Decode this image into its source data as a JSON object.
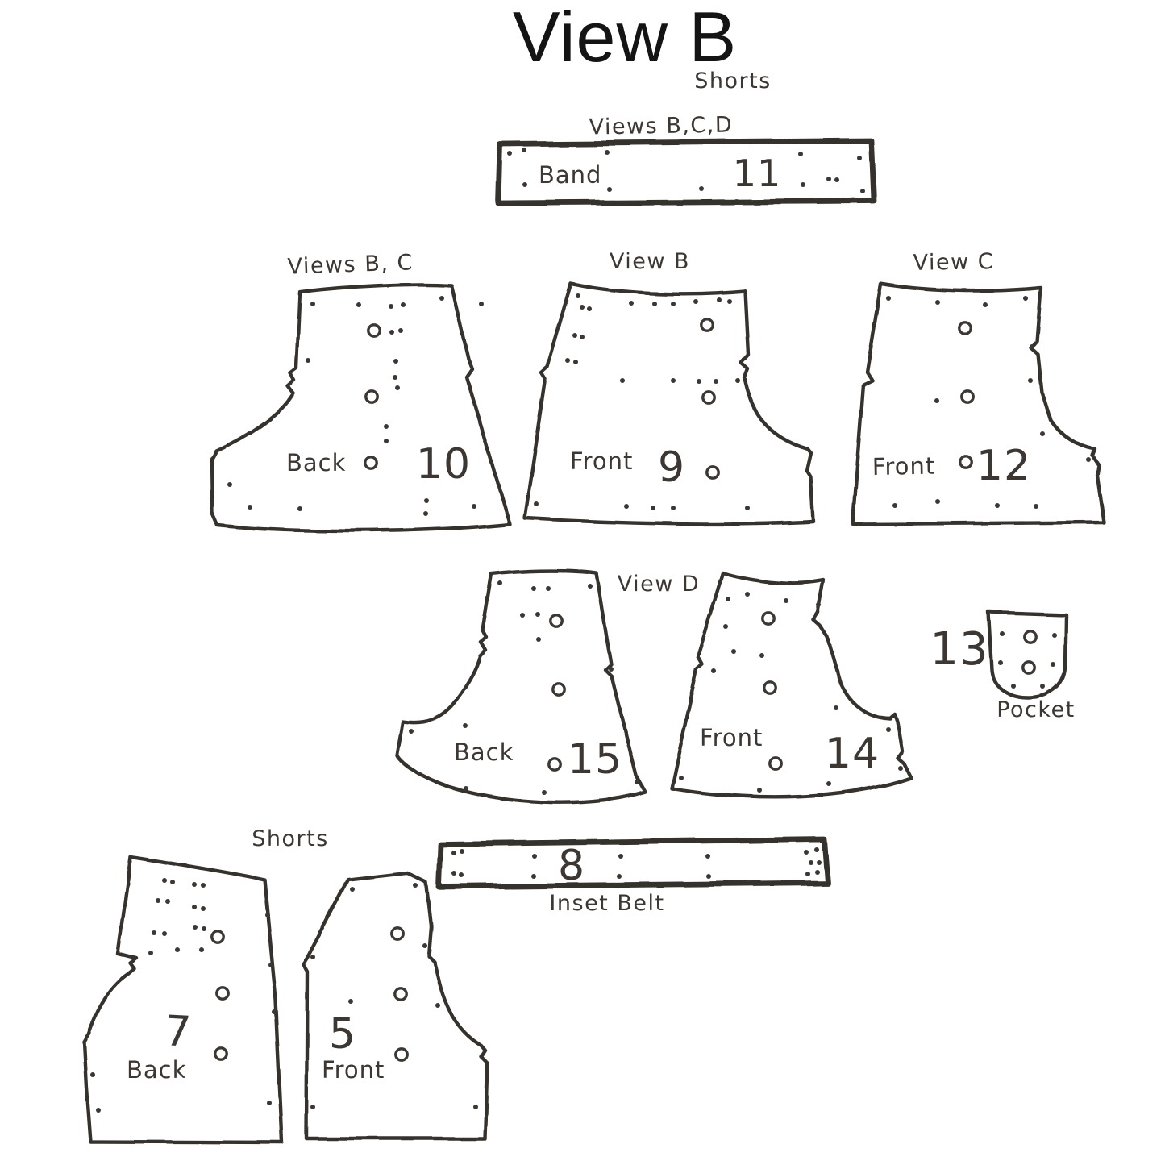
{
  "header": {
    "title": "View B",
    "subtitle": "Shorts"
  },
  "group_labels": {
    "band": "Views B,C,D",
    "row1_left": "Views B, C",
    "row1_center": "View B",
    "row1_right": "View C",
    "row2": "View D",
    "bottom": "Shorts"
  },
  "pieces": {
    "band11": {
      "number": "11",
      "name": "Band"
    },
    "back10": {
      "number": "10",
      "name": "Back"
    },
    "front9": {
      "number": "9",
      "name": "Front"
    },
    "front12": {
      "number": "12",
      "name": "Front"
    },
    "back15": {
      "number": "15",
      "name": "Back"
    },
    "front14": {
      "number": "14",
      "name": "Front"
    },
    "pocket13": {
      "number": "13",
      "name": "Pocket"
    },
    "belt8": {
      "number": "8",
      "name": "Inset Belt"
    },
    "back7": {
      "number": "7",
      "name": "Back"
    },
    "front5": {
      "number": "5",
      "name": "Front"
    }
  },
  "colors": {
    "ink": "#35312d",
    "paper": "#ffffff"
  }
}
